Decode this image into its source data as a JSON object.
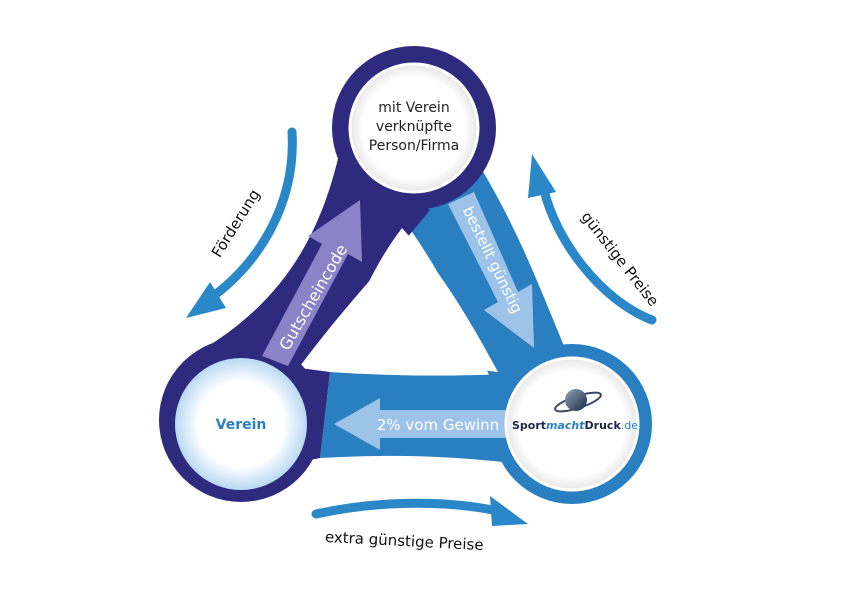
{
  "nodes": {
    "top": {
      "lines": [
        "mit Verein",
        "verknüpfte",
        "Person/Firma"
      ]
    },
    "left": {
      "label": "Verein"
    },
    "right": {
      "logo_part1": "Sport",
      "logo_part2": "macht",
      "logo_part3": "Druck",
      "logo_part4": ".de"
    }
  },
  "flows": {
    "left_to_top": "Gutscheincode",
    "top_to_right": "bestellt günstig",
    "right_to_left": "2% vom Gewinn"
  },
  "outer": {
    "left": "Förderung",
    "right": "günstige Preise",
    "bottom": "extra günstige Preise"
  },
  "colors": {
    "dark": "#2e2a7e",
    "blue": "#2a7fc1",
    "light_purple": "#8a83c8",
    "light_blue": "#9dc3e8",
    "arrow_blue": "#2a88c9",
    "verein_text": "#2a7fc1"
  }
}
